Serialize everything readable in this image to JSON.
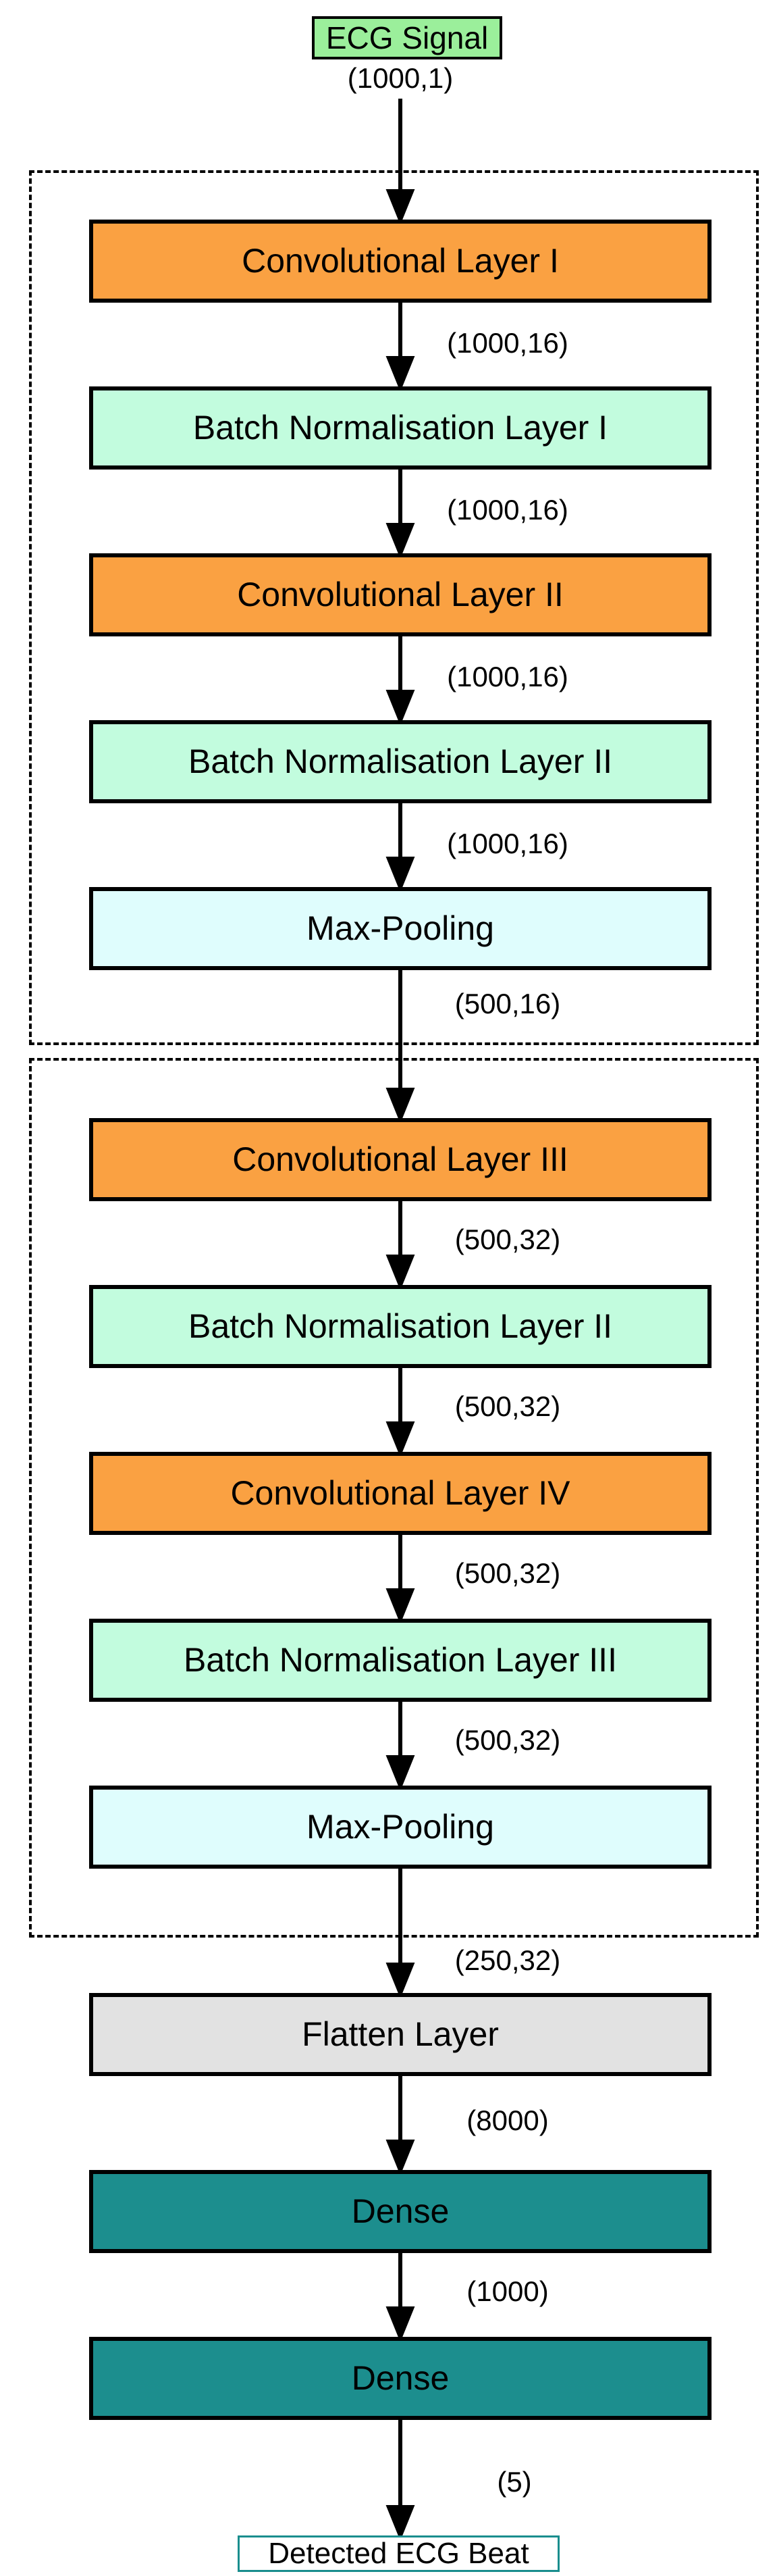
{
  "nodes": {
    "input": {
      "label": "ECG Signal"
    },
    "conv1": {
      "label": "Convolutional Layer I"
    },
    "bn1": {
      "label": "Batch Normalisation Layer I"
    },
    "conv2": {
      "label": "Convolutional Layer II"
    },
    "bn2": {
      "label": "Batch Normalisation Layer II"
    },
    "maxpool1": {
      "label": "Max-Pooling"
    },
    "conv3": {
      "label": "Convolutional Layer III"
    },
    "bn3": {
      "label": "Batch Normalisation Layer II"
    },
    "conv4": {
      "label": "Convolutional Layer IV"
    },
    "bn4": {
      "label": "Batch Normalisation Layer III"
    },
    "maxpool2": {
      "label": "Max-Pooling"
    },
    "flatten": {
      "label": "Flatten Layer"
    },
    "dense1": {
      "label": "Dense"
    },
    "dense2": {
      "label": "Dense"
    },
    "output": {
      "label": "Detected ECG Beat"
    }
  },
  "edges": [
    {
      "label": "(1000,1)"
    },
    {
      "label": "(1000,16)"
    },
    {
      "label": "(1000,16)"
    },
    {
      "label": "(1000,16)"
    },
    {
      "label": "(1000,16)"
    },
    {
      "label": "(500,16)"
    },
    {
      "label": "(500,32)"
    },
    {
      "label": "(500,32)"
    },
    {
      "label": "(500,32)"
    },
    {
      "label": "(500,32)"
    },
    {
      "label": "(250,32)"
    },
    {
      "label": "(8000)"
    },
    {
      "label": "(1000)"
    },
    {
      "label": "(5)"
    }
  ],
  "colors": {
    "conv_fill": "#FAA142",
    "batch_norm_fill": "#C2FCDE",
    "max_pool_fill": "#DFFDFD",
    "flatten_fill": "#E2E2E2",
    "dense_fill": "#1C8E8E",
    "input_fill": "#9BEF9B",
    "output_border": "#1A8E8E",
    "box_border": "#000000",
    "arrow": "#000000"
  }
}
